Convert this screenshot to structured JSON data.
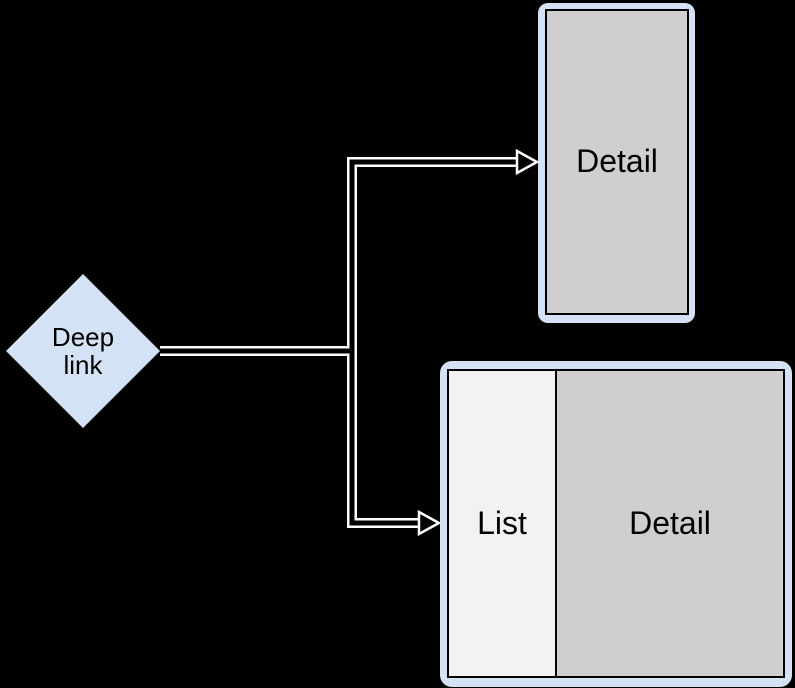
{
  "diagram": {
    "description": "Deep link navigation flow: a deep link can open either a single-pane Detail screen (portrait phone) or a two-pane List plus Detail layout (landscape tablet)",
    "colors": {
      "background": "#000000",
      "node_fill_blue": "#d3e2f4",
      "screen_gray": "#cfcfcf",
      "list_pane_gray": "#f2f2f2",
      "connector_outline": "#ffffff",
      "connector_core": "#000000",
      "text": "#000000",
      "panel_border": "#000000"
    },
    "nodes": {
      "deep_link": {
        "label": "Deep link",
        "shape": "diamond"
      },
      "phone": {
        "label": "Detail",
        "shape": "portrait-frame"
      },
      "tablet": {
        "list_label": "List",
        "detail_label": "Detail",
        "shape": "landscape-two-pane-frame"
      }
    },
    "connectors": [
      {
        "from": "deep_link",
        "to": "phone",
        "style": "orthogonal, open arrowhead"
      },
      {
        "from": "deep_link",
        "to": "tablet",
        "style": "orthogonal, open arrowhead"
      }
    ]
  }
}
